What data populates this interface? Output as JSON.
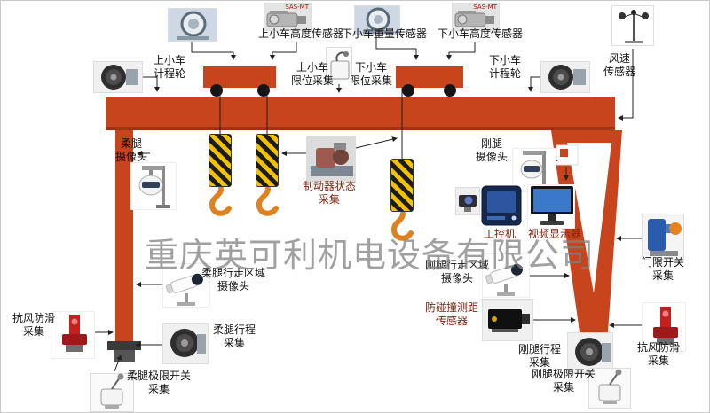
{
  "watermark": "重庆英可利机电设备有限公司",
  "device_texts": {
    "motor_model": "SAS-MT"
  },
  "colors": {
    "crane_orange": "#c8441c",
    "hook_stripe_yellow": "#f2c200",
    "watermark_gray": "#818181",
    "maroon_label": "#7a2410"
  },
  "labels": {
    "upper_trolley_height_sensor": "上小车高度传感器",
    "lower_trolley_weight_sensor": "下小车重量传感器",
    "lower_trolley_height_sensor": "下小车高度传感器",
    "upper_trolley_odometer": "上小车\n计程轮",
    "upper_trolley_limit": "上小车\n限位采集",
    "lower_trolley_limit": "下小车\n限位采集",
    "lower_trolley_odometer": "下小车\n计程轮",
    "wind_speed_sensor": "风速\n传感器",
    "flexible_leg_camera": "柔腿\n摄像头",
    "rigid_leg_camera": "刚腿\n摄像头",
    "brake_status": "制动器状态\n采集",
    "industrial_pc": "工控机",
    "video_display": "视频显示器",
    "door_limit_switch": "门限开关\n采集",
    "flexible_leg_area_camera": "柔腿行走区域\n摄像头",
    "rigid_leg_area_camera": "刚腿行走区域\n摄像头",
    "anti_collision_sensor": "防碰撞测距\n传感器",
    "anti_wind_skid_left": "抗风防滑\n采集",
    "flexible_leg_travel": "柔腿行程\n采集",
    "rigid_leg_travel": "刚腿行程\n采集",
    "flexible_leg_limit_switch": "柔腿极限开关\n采集",
    "rigid_leg_limit_switch": "刚腿极限开关\n采集",
    "anti_wind_skid_right": "抗风防滑\n采集"
  }
}
